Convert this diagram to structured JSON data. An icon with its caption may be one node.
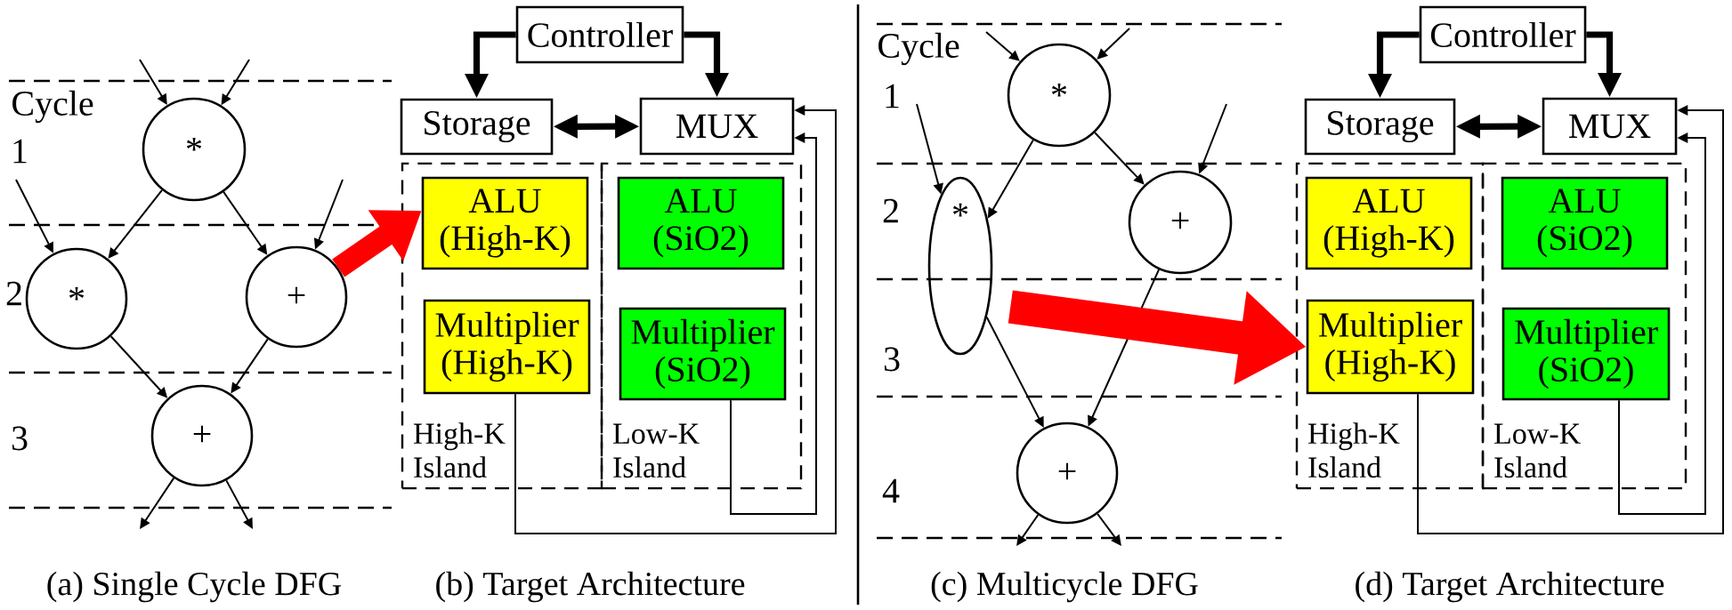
{
  "diagram": {
    "nodes": [
      {
        "text": [
          "*"
        ]
      },
      {
        "text": [
          "*"
        ]
      },
      {
        "text": [
          "+"
        ]
      },
      {
        "text": [
          "+"
        ]
      },
      {
        "text": [
          "Controller"
        ]
      },
      {
        "text": [
          "Storage"
        ]
      },
      {
        "text": [
          "MUX"
        ]
      },
      {
        "text": [
          "High-K Island"
        ]
      },
      {
        "text": [
          "ALU (High-K)"
        ],
        "in": 7
      },
      {
        "text": [
          "Multiplier (High-K)"
        ],
        "in": 7
      },
      {
        "text": [
          "Low-K Island"
        ]
      },
      {
        "text": [
          "ALU (SiO2)"
        ],
        "in": 10
      },
      {
        "text": [
          "Multiplier (SiO2)"
        ],
        "in": 10
      },
      {
        "text": [
          "*"
        ]
      },
      {
        "text": [
          "*"
        ]
      },
      {
        "text": [
          "+"
        ]
      },
      {
        "text": [
          "+"
        ]
      },
      {
        "text": [
          "Controller"
        ]
      },
      {
        "text": [
          "Storage"
        ]
      },
      {
        "text": [
          "MUX"
        ]
      },
      {
        "text": [
          "High-K Island"
        ]
      },
      {
        "text": [
          "ALU (High-K)"
        ],
        "in": 20
      },
      {
        "text": [
          "Multiplier (High-K)"
        ],
        "in": 20
      },
      {
        "text": [
          "Low-K Island"
        ]
      },
      {
        "text": [
          "ALU (SiO2)"
        ],
        "in": 23
      },
      {
        "text": [
          "Multiplier (SiO2)"
        ],
        "in": 23
      }
    ],
    "edges": [
      {
        "from": null,
        "to": 0,
        "arrow": "to"
      },
      {
        "from": null,
        "to": 0,
        "arrow": "to"
      },
      {
        "from": 0,
        "to": 1,
        "arrow": "to"
      },
      {
        "from": 0,
        "to": 2,
        "arrow": "to"
      },
      {
        "from": null,
        "to": 1,
        "arrow": "to"
      },
      {
        "from": null,
        "to": 2,
        "arrow": "to"
      },
      {
        "from": 1,
        "to": 3,
        "arrow": "to"
      },
      {
        "from": 2,
        "to": 3,
        "arrow": "to"
      },
      {
        "from": 3,
        "to": null,
        "arrow": "to"
      },
      {
        "from": 3,
        "to": null,
        "arrow": "to"
      },
      {
        "from": 2,
        "to": 8,
        "arrow": "to",
        "style": "thick",
        "color": "#ff0000"
      },
      {
        "from": 4,
        "to": 5,
        "arrow": "to",
        "style": "thick"
      },
      {
        "from": 4,
        "to": 6,
        "arrow": "to",
        "style": "thick"
      },
      {
        "from": 5,
        "to": 6,
        "arrow": "both",
        "style": "thick"
      },
      {
        "from": 9,
        "to": 6,
        "arrow": "to"
      },
      {
        "from": 12,
        "to": 6,
        "arrow": "to"
      },
      {
        "from": null,
        "to": 13,
        "arrow": "to"
      },
      {
        "from": null,
        "to": 13,
        "arrow": "to"
      },
      {
        "from": null,
        "to": 14,
        "arrow": "to"
      },
      {
        "from": 13,
        "to": 14,
        "arrow": "to"
      },
      {
        "from": 13,
        "to": 15,
        "arrow": "to"
      },
      {
        "from": null,
        "to": 15,
        "arrow": "to"
      },
      {
        "from": 14,
        "to": 16,
        "arrow": "to"
      },
      {
        "from": 15,
        "to": 16,
        "arrow": "to"
      },
      {
        "from": 16,
        "to": null,
        "arrow": "to"
      },
      {
        "from": 16,
        "to": null,
        "arrow": "to"
      },
      {
        "from": 14,
        "to": 22,
        "arrow": "to",
        "style": "thick",
        "color": "#ff0000"
      },
      {
        "from": 17,
        "to": 18,
        "arrow": "to",
        "style": "thick"
      },
      {
        "from": 17,
        "to": 19,
        "arrow": "to",
        "style": "thick"
      },
      {
        "from": 18,
        "to": 19,
        "arrow": "both",
        "style": "thick"
      },
      {
        "from": 22,
        "to": 19,
        "arrow": "to"
      },
      {
        "from": 25,
        "to": 19,
        "arrow": "to"
      }
    ],
    "labels": [
      "Cycle",
      "1",
      "2",
      "3",
      "(a) Single Cycle DFG",
      "(b) Target Architecture",
      "Cycle",
      "1",
      "2",
      "3",
      "4",
      "(c) Multicycle DFG",
      "(d) Target Architecture"
    ]
  }
}
